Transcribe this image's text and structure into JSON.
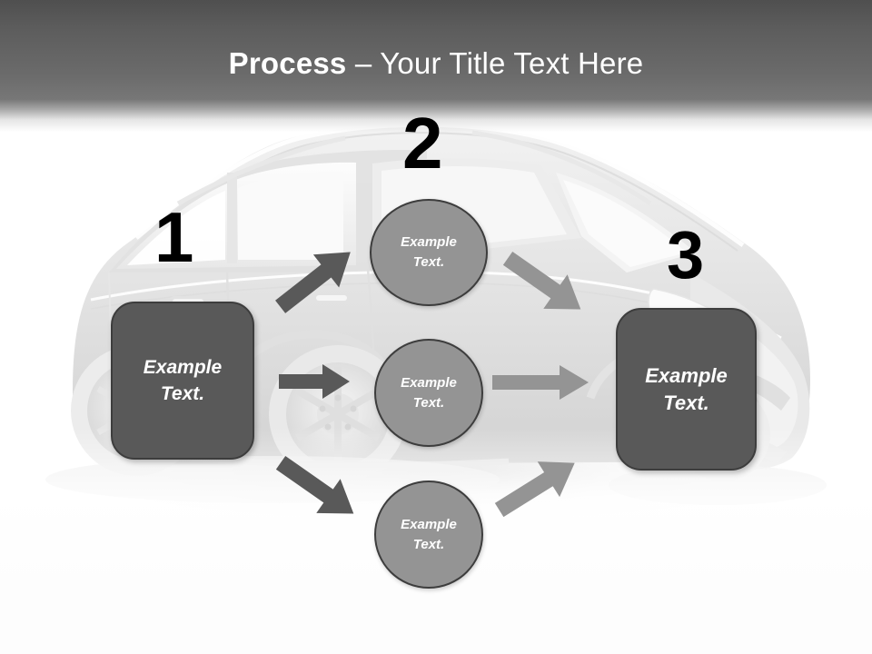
{
  "slide": {
    "title": {
      "strong": "Process",
      "dash": " – ",
      "rest": "Your Title Text Here",
      "full": "Process – Your Title Text Here"
    },
    "background_image": "suv-car-silhouette",
    "colors": {
      "header_band_dark": "#4f4f4f",
      "header_band_light": "#777777",
      "title_text": "#ffffff",
      "box_fill": "#595959",
      "box_border": "#3d3d3d",
      "circle_fill": "#949494",
      "circle_border": "#3d3d3d",
      "arrow_dark": "#595959",
      "arrow_light": "#949494",
      "number_text": "#000000",
      "slide_background": "#ffffff"
    }
  },
  "steps": [
    {
      "number": "1",
      "label": "Example\nText."
    },
    {
      "number": "2",
      "label": "Example\nText."
    },
    {
      "number": "3",
      "label": "Example\nText."
    }
  ],
  "numbers": {
    "one": "1",
    "two": "2",
    "three": "3"
  },
  "boxes": {
    "left": {
      "line1": "Example",
      "line2": "Text."
    },
    "right": {
      "line1": "Example",
      "line2": "Text."
    }
  },
  "circles": [
    {
      "line1": "Example",
      "line2": "Text."
    },
    {
      "line1": "Example",
      "line2": "Text."
    },
    {
      "line1": "Example",
      "line2": "Text."
    }
  ],
  "arrows": [
    {
      "name": "left-up",
      "direction": "up-right",
      "color": "#595959"
    },
    {
      "name": "left-mid",
      "direction": "right",
      "color": "#595959"
    },
    {
      "name": "left-down",
      "direction": "down-right",
      "color": "#595959"
    },
    {
      "name": "right-down",
      "direction": "down-right",
      "color": "#949494"
    },
    {
      "name": "right-mid",
      "direction": "right",
      "color": "#949494"
    },
    {
      "name": "right-up",
      "direction": "up-right",
      "color": "#949494"
    }
  ]
}
